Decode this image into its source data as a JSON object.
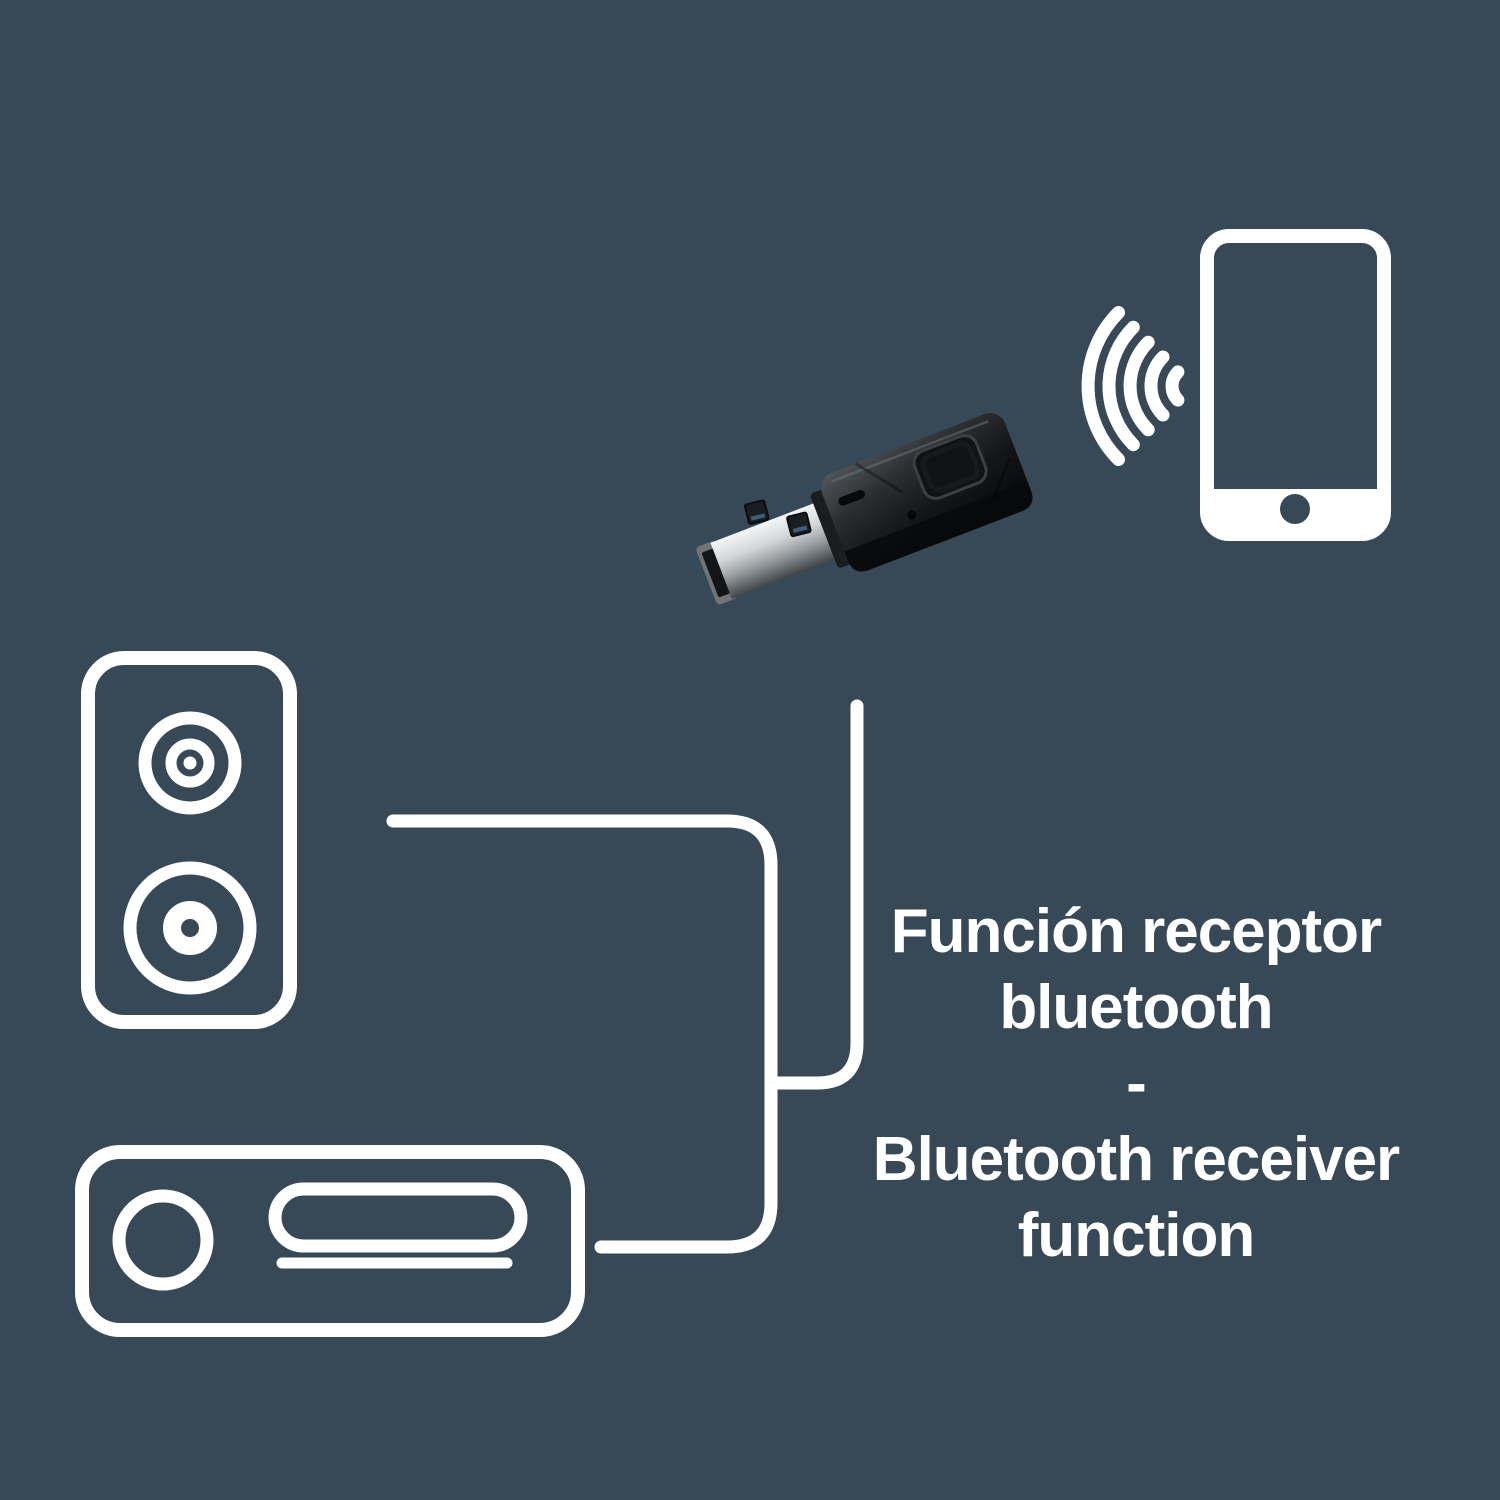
{
  "colors": {
    "background": "#374956",
    "icon": "#ffffff",
    "adapter_body_dark": "#0b0c0e",
    "adapter_metal_light": "#dcdee0"
  },
  "caption": {
    "lines": [
      "Función receptor",
      "bluetooth",
      "-",
      "Bluetooth receiver",
      "function"
    ]
  },
  "icons": {
    "smartphone": "smartphone-icon",
    "wireless_waves": "wireless-waves-icon",
    "speaker": "speaker-icon",
    "car_stereo": "car-stereo-icon",
    "usb_adapter": "usb-bluetooth-adapter-image"
  }
}
